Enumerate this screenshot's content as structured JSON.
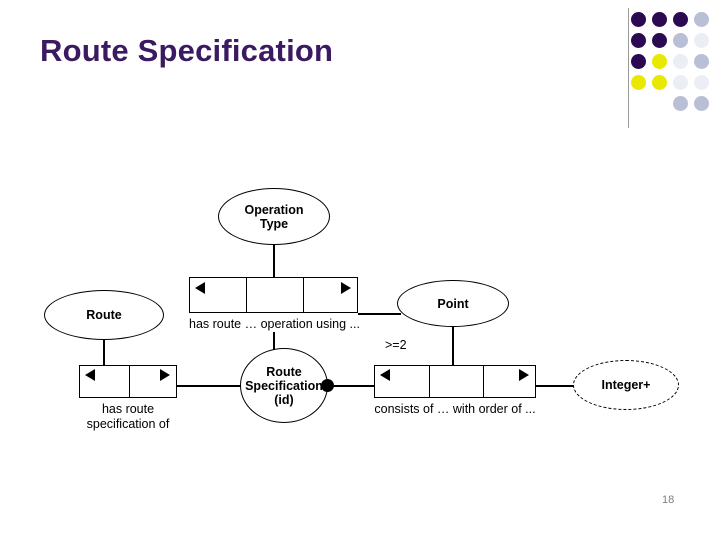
{
  "slide": {
    "title": "Route Specification",
    "page_number": "18"
  },
  "decoration": {
    "dot_grid": {
      "rows": 5,
      "cols": 4,
      "colors": [
        [
          "#2b0a52",
          "#2b0a52",
          "#2b0a52",
          "#b9c0d6"
        ],
        [
          "#2b0a52",
          "#2b0a52",
          "#b9c0d6",
          "#e8eaf2"
        ],
        [
          "#2b0a52",
          "#e8e800",
          "#e8eaf2",
          "#b9c0d6"
        ],
        [
          "#e8e800",
          "#e8e800",
          "#e8eaf2",
          "#e8eaf2"
        ],
        [
          "#ffffff",
          "#ffffff",
          "#b9c0d6",
          "#b9c0d6"
        ]
      ]
    }
  },
  "diagram": {
    "type": "orm-fact-diagram",
    "entities": [
      {
        "id": "operation-type",
        "label": "Operation\nType",
        "shape": "ellipse",
        "style": "solid"
      },
      {
        "id": "route",
        "label": "Route",
        "shape": "ellipse",
        "style": "solid"
      },
      {
        "id": "point",
        "label": "Point",
        "shape": "ellipse",
        "style": "solid"
      },
      {
        "id": "route-specification",
        "label": "Route\nSpecification\n(id)",
        "shape": "ellipse",
        "style": "solid"
      },
      {
        "id": "integer-plus",
        "label": "Integer+",
        "shape": "ellipse",
        "style": "dashed"
      }
    ],
    "facts": [
      {
        "id": "fact-route-operation",
        "cells": 3,
        "reading": "has route … operation using …"
      },
      {
        "id": "fact-has-route-spec",
        "cells": 2,
        "reading": "has route\nspecification of"
      },
      {
        "id": "fact-consists-of",
        "cells": 3,
        "reading": "consists of … with order of ..."
      }
    ],
    "constraints": [
      {
        "id": "frequency-constraint",
        "text": ">=2"
      }
    ],
    "markers": [
      {
        "id": "mandatory-role-dot",
        "type": "filled-dot"
      }
    ]
  }
}
